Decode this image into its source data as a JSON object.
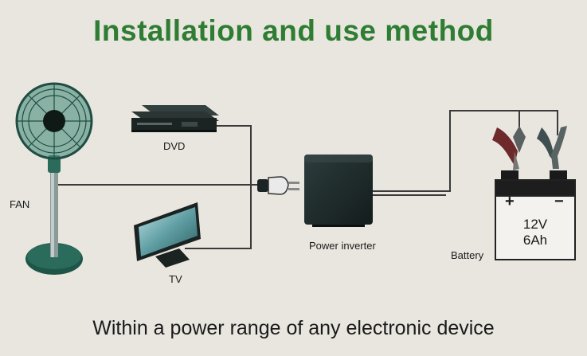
{
  "title": "Installation and use method",
  "footer": "Within a power range of any electronic device",
  "labels": {
    "fan": "FAN",
    "dvd": "DVD",
    "tv": "TV",
    "inverter": "Power inverter",
    "battery": "Battery"
  },
  "battery": {
    "voltage": "12V",
    "capacity": "6Ah",
    "plus": "+",
    "minus": "−"
  },
  "colors": {
    "title": "#2e7d32",
    "background": "#e9e6e0",
    "device_dark": "#1f2b2b",
    "fan_green": "#2f6e5e"
  },
  "icons": [
    "fan-icon",
    "dvd-player-icon",
    "tv-monitor-icon",
    "power-plug-icon",
    "power-inverter-icon",
    "battery-icon",
    "alligator-clip-icon"
  ]
}
